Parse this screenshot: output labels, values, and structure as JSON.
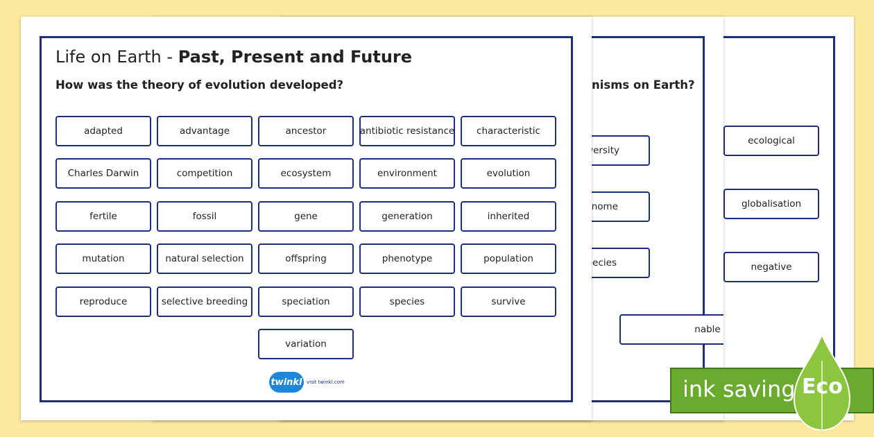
{
  "sheet_back": {
    "words": [
      "ecological",
      "globalisation",
      "negative",
      "nable"
    ]
  },
  "sheet_middle": {
    "question_fragment": "nisms on Earth?",
    "words": [
      "versity",
      "enome",
      "pecies"
    ]
  },
  "sheet_front": {
    "title_prefix": "Life on Earth - ",
    "title_bold": "Past, Present and Future",
    "question": "How was the theory of evolution developed?",
    "words": [
      "adapted",
      "advantage",
      "ancestor",
      "antibiotic resistance",
      "characteristic",
      "Charles Darwin",
      "competition",
      "ecosystem",
      "environment",
      "evolution",
      "fertile",
      "fossil",
      "gene",
      "generation",
      "inherited",
      "mutation",
      "natural selection",
      "offspring",
      "phenotype",
      "population",
      "reproduce",
      "selective breeding",
      "speciation",
      "species",
      "survive",
      "variation"
    ],
    "logo_text": "twinkl",
    "logo_url": "visit twinkl.com"
  },
  "eco_badge": {
    "banner_text": "ink saving",
    "label": "Eco"
  },
  "colors": {
    "background": "#fce99e",
    "border": "#1a2e7a",
    "eco_green": "#6aaa2e",
    "logo_blue": "#1f87d6"
  }
}
